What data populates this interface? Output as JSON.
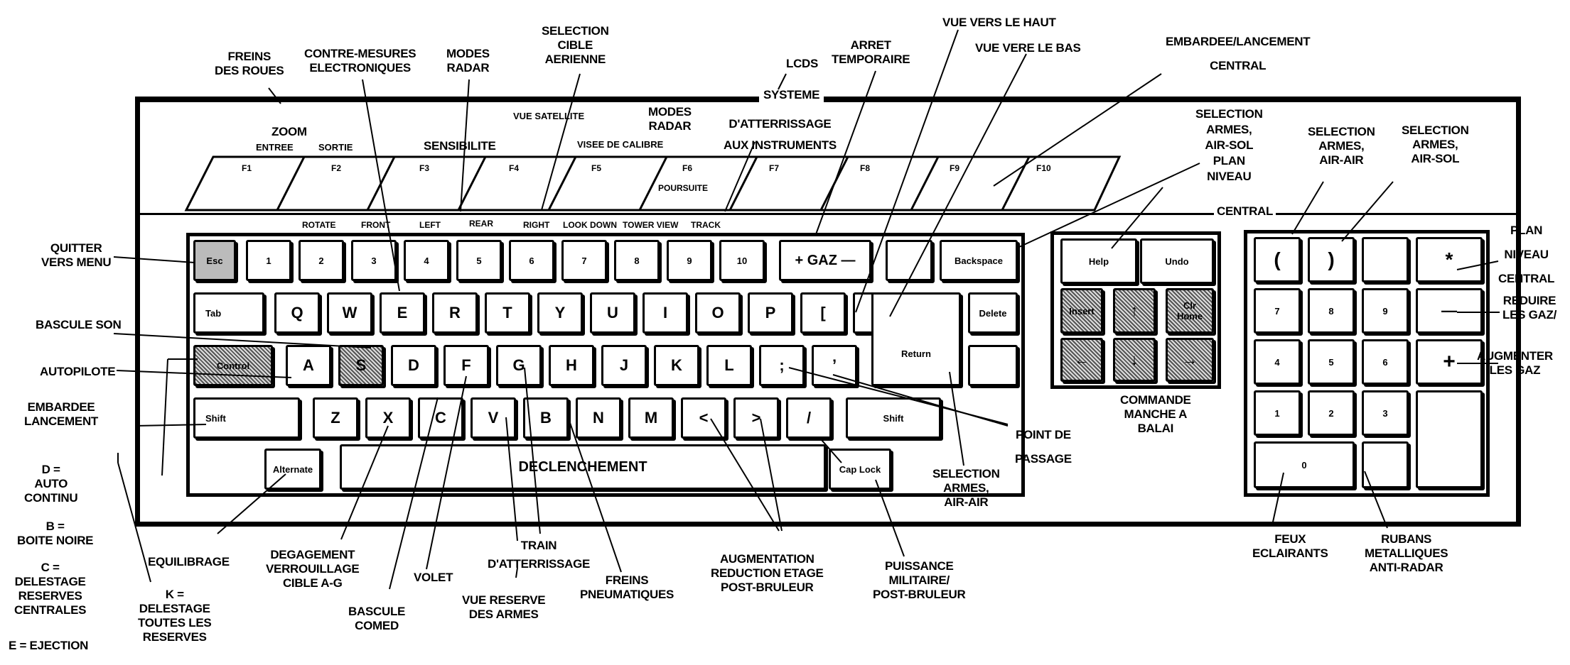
{
  "system_title": "SYSTEME",
  "fkeys": [
    "F1",
    "F2",
    "F3",
    "F4",
    "F5",
    "F6",
    "F7",
    "F8",
    "F9",
    "F10"
  ],
  "fkey_sub": {
    "f6": "POURSUITE"
  },
  "fkey_labels": {
    "zoom": "ZOOM",
    "entree": "ENTREE",
    "sortie": "SORTIE",
    "sensibilite": "SENSIBILITE",
    "vue_satellite": "VUE SATELLITE",
    "visee_calibre": "VISEE DE CALIBRE"
  },
  "views": [
    "ROTATE",
    "FRONT",
    "LEFT",
    "REAR",
    "RIGHT",
    "LOOK DOWN",
    "TOWER VIEW",
    "TRACK"
  ],
  "main_keys": {
    "esc": "Esc",
    "row_num": [
      "1",
      "2",
      "3",
      "4",
      "5",
      "6",
      "7",
      "8",
      "9",
      "10"
    ],
    "gaz": "+ GAZ —",
    "backspace": "Backspace",
    "tab": "Tab",
    "row_q": [
      "Q",
      "W",
      "E",
      "R",
      "T",
      "Y",
      "U",
      "I",
      "O",
      "P",
      "[",
      "]"
    ],
    "delete": "Delete",
    "control": "Control",
    "row_a": [
      "A",
      "S",
      "D",
      "F",
      "G",
      "H",
      "J",
      "K",
      "L",
      ";",
      "’"
    ],
    "return": "Return",
    "shift": "Shift",
    "row_z": [
      "Z",
      "X",
      "C",
      "V",
      "B",
      "N",
      "M",
      "<",
      ">",
      "/"
    ],
    "shift_r": "Shift",
    "alternate": "Alternate",
    "space": "DECLENCHEMENT",
    "caps": "Cap Lock"
  },
  "cursor_keys": {
    "help": "Help",
    "undo": "Undo",
    "insert": "Insert",
    "up": "↑",
    "clr": "Clr\nHome",
    "left": "←",
    "down": "↓",
    "right": "→"
  },
  "numpad": {
    "row1": [
      "(",
      ")",
      "",
      "*"
    ],
    "row2": [
      "7",
      "8",
      "9",
      "—"
    ],
    "row3": [
      "4",
      "5",
      "6",
      "+"
    ],
    "row4": [
      "1",
      "2",
      "3"
    ],
    "zero": "0"
  },
  "callouts": {
    "freins_roues": "FREINS\nDES ROUES",
    "contre_mesures": "CONTRE-MESURES\nELECTRONIQUES",
    "modes_radar_1": "MODES\nRADAR",
    "selection_cible": "SELECTION\nCIBLE\nAERIENNE",
    "lcds": "LCDS",
    "arret": "ARRET\nTEMPORAIRE",
    "vue_haut": "VUE VERS LE HAUT",
    "vue_bas": "VUE VERE LE BAS",
    "embardee_central": "EMBARDEE/LANCEMENT\nCENTRAL",
    "modes_radar_2": "MODES\nRADAR",
    "atterrissage": "D'ATTERRISSAGE\nAUX INSTRUMENTS",
    "sel_air_sol_plan": "SELECTION\nARMES,\nAIR-SOL\nPLAN\nNIVEAU",
    "central": "CENTRAL",
    "sel_air_air_top": "SELECTION\nARMES,\nAIR-AIR",
    "sel_air_sol_top": "SELECTION\nARMES,\nAIR-SOL",
    "plan_niveau": "PLAN\nNIVEAU\nCENTRAL",
    "reduire": "REDUIRE\nLES GAZ/",
    "augmenter": "AUGMENTER\nLES GAZ",
    "quitter": "QUITTER\nVERS MENU",
    "bascule_son": "BASCULE SON",
    "autopilote": "AUTOPILOTE",
    "embardee": "EMBARDEE\nLANCEMENT",
    "d_auto": "D =\nAUTO\nCONTINU",
    "b_boite": "B =\nBOITE NOIRE",
    "c_delestage": "C =\nDELESTAGE\nRESERVES\nCENTRALES",
    "e_ejection": "E = EJECTION",
    "k_delestage": "K =\nDELESTAGE\nTOUTES LES\nRESERVES",
    "equilibrage": "EQUILIBRAGE",
    "degagement": "DEGAGEMENT\nVERROUILLAGE\nCIBLE A-G",
    "bascule_comed": "BASCULE\nCOMED",
    "volet": "VOLET",
    "vue_reserve": "VUE RESERVE\nDES ARMES",
    "train": "TRAIN\nD'ATTERRISSAGE",
    "freins_pneu": "FREINS\nPNEUMATIQUES",
    "augmentation": "AUGMENTATION\nREDUCTION ETAGE\nPOST-BRULEUR",
    "puissance": "PUISSANCE\nMILITAIRE/\nPOST-BRULEUR",
    "sel_air_air_bottom": "SELECTION\nARMES,\nAIR-AIR",
    "point_passage": "POINT DE\nPASSAGE",
    "commande": "COMMANDE\nMANCHE A\nBALAI",
    "feux": "FEUX\nECLAIRANTS",
    "rubans": "RUBANS\nMETALLIQUES\nANTI-RADAR"
  }
}
